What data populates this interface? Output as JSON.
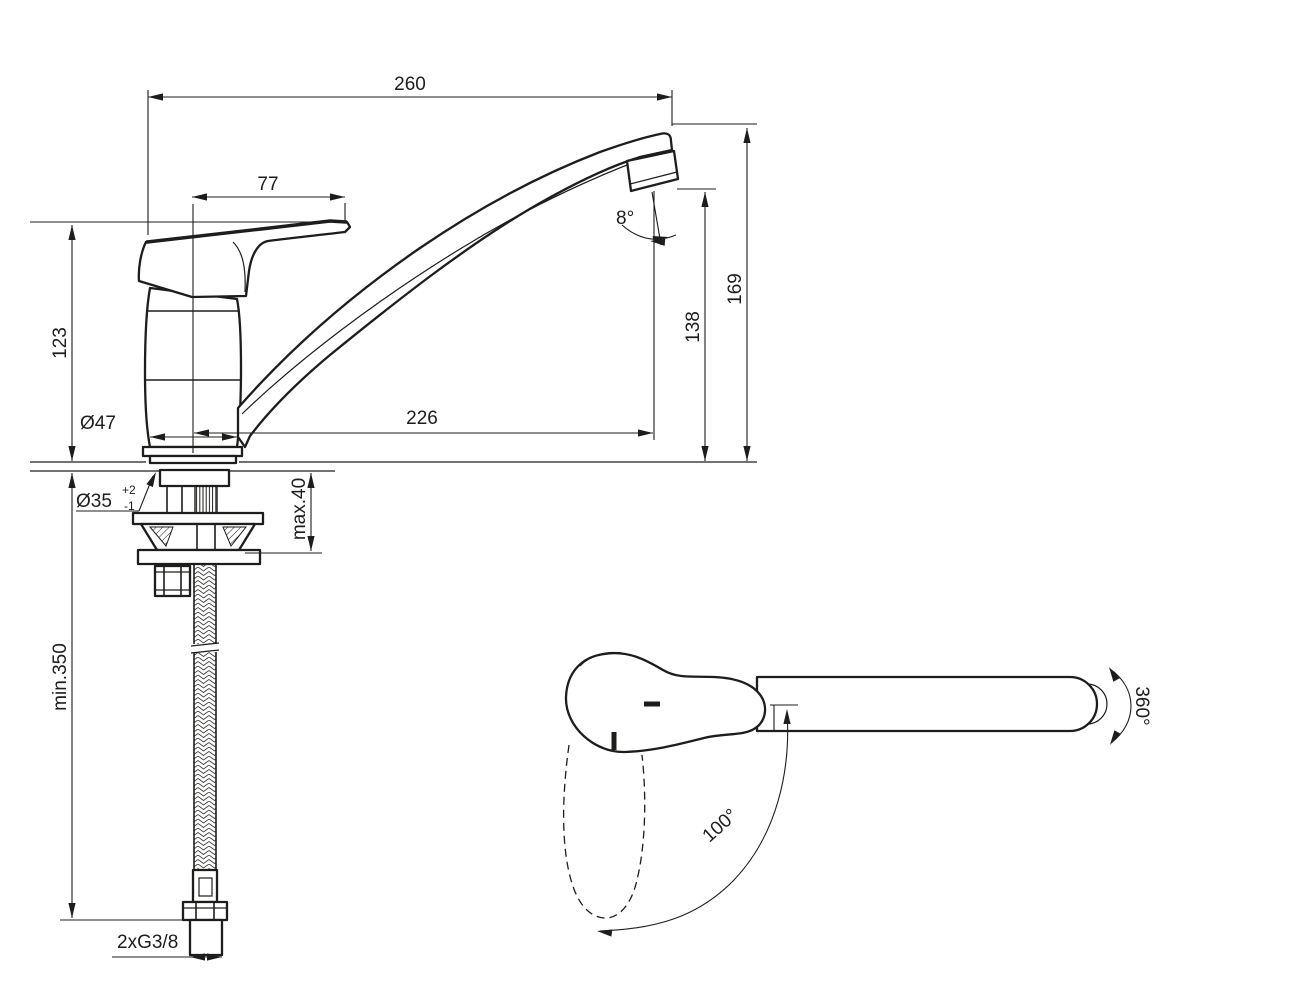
{
  "colors": {
    "line": "#1d1d1b",
    "background": "#ffffff"
  },
  "front_view": {
    "dim_overall_length": "260",
    "dim_handle_length": "77",
    "dim_height_deck_to_handle": "123",
    "dim_body_diameter": "Ø47",
    "dim_hole_diameter": "Ø35",
    "dim_hole_tol_upper": "+2",
    "dim_hole_tol_lower": "-1",
    "dim_deck_max_thickness": "max.40",
    "dim_spout_reach": "226",
    "dim_spout_outlet_height": "138",
    "dim_total_height": "169",
    "dim_spout_angle": "8°",
    "dim_hose_min_length": "min.350",
    "dim_supply_connection": "2xG3/8"
  },
  "top_view": {
    "dim_handle_swing_angle": "100°",
    "dim_spout_swivel_angle": "360°"
  }
}
